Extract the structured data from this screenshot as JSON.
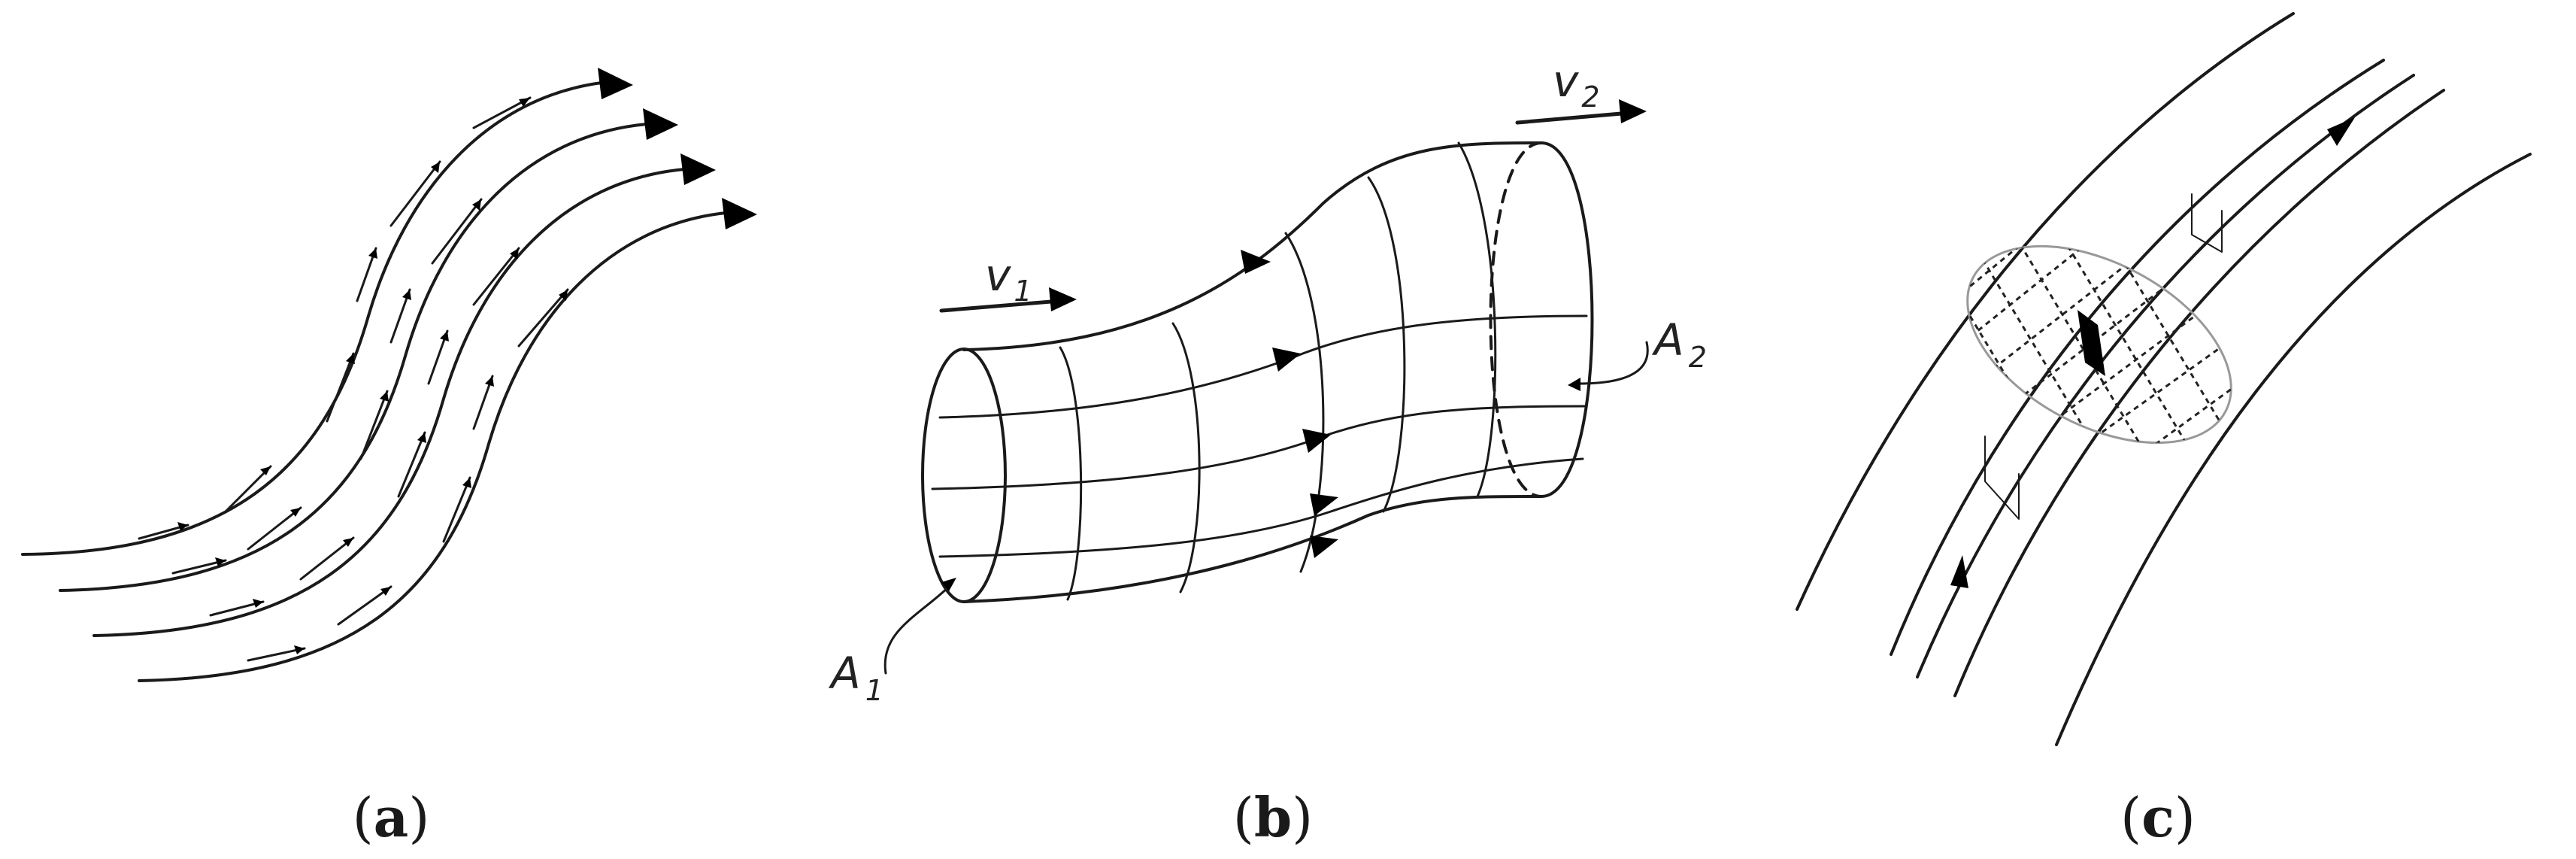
{
  "panels": [
    {
      "id": "a",
      "caption_open": "(",
      "caption_letter": "a",
      "caption_close": ")"
    },
    {
      "id": "b",
      "caption_open": "(",
      "caption_letter": "b",
      "caption_close": ")"
    },
    {
      "id": "c",
      "caption_open": "(",
      "caption_letter": "c",
      "caption_close": ")"
    }
  ],
  "labels": {
    "v1_main": "v",
    "v1_sub": "1",
    "v2_main": "v",
    "v2_sub": "2",
    "a1_main": "A",
    "a1_sub": "1",
    "a2_main": "A",
    "a2_sub": "2"
  }
}
